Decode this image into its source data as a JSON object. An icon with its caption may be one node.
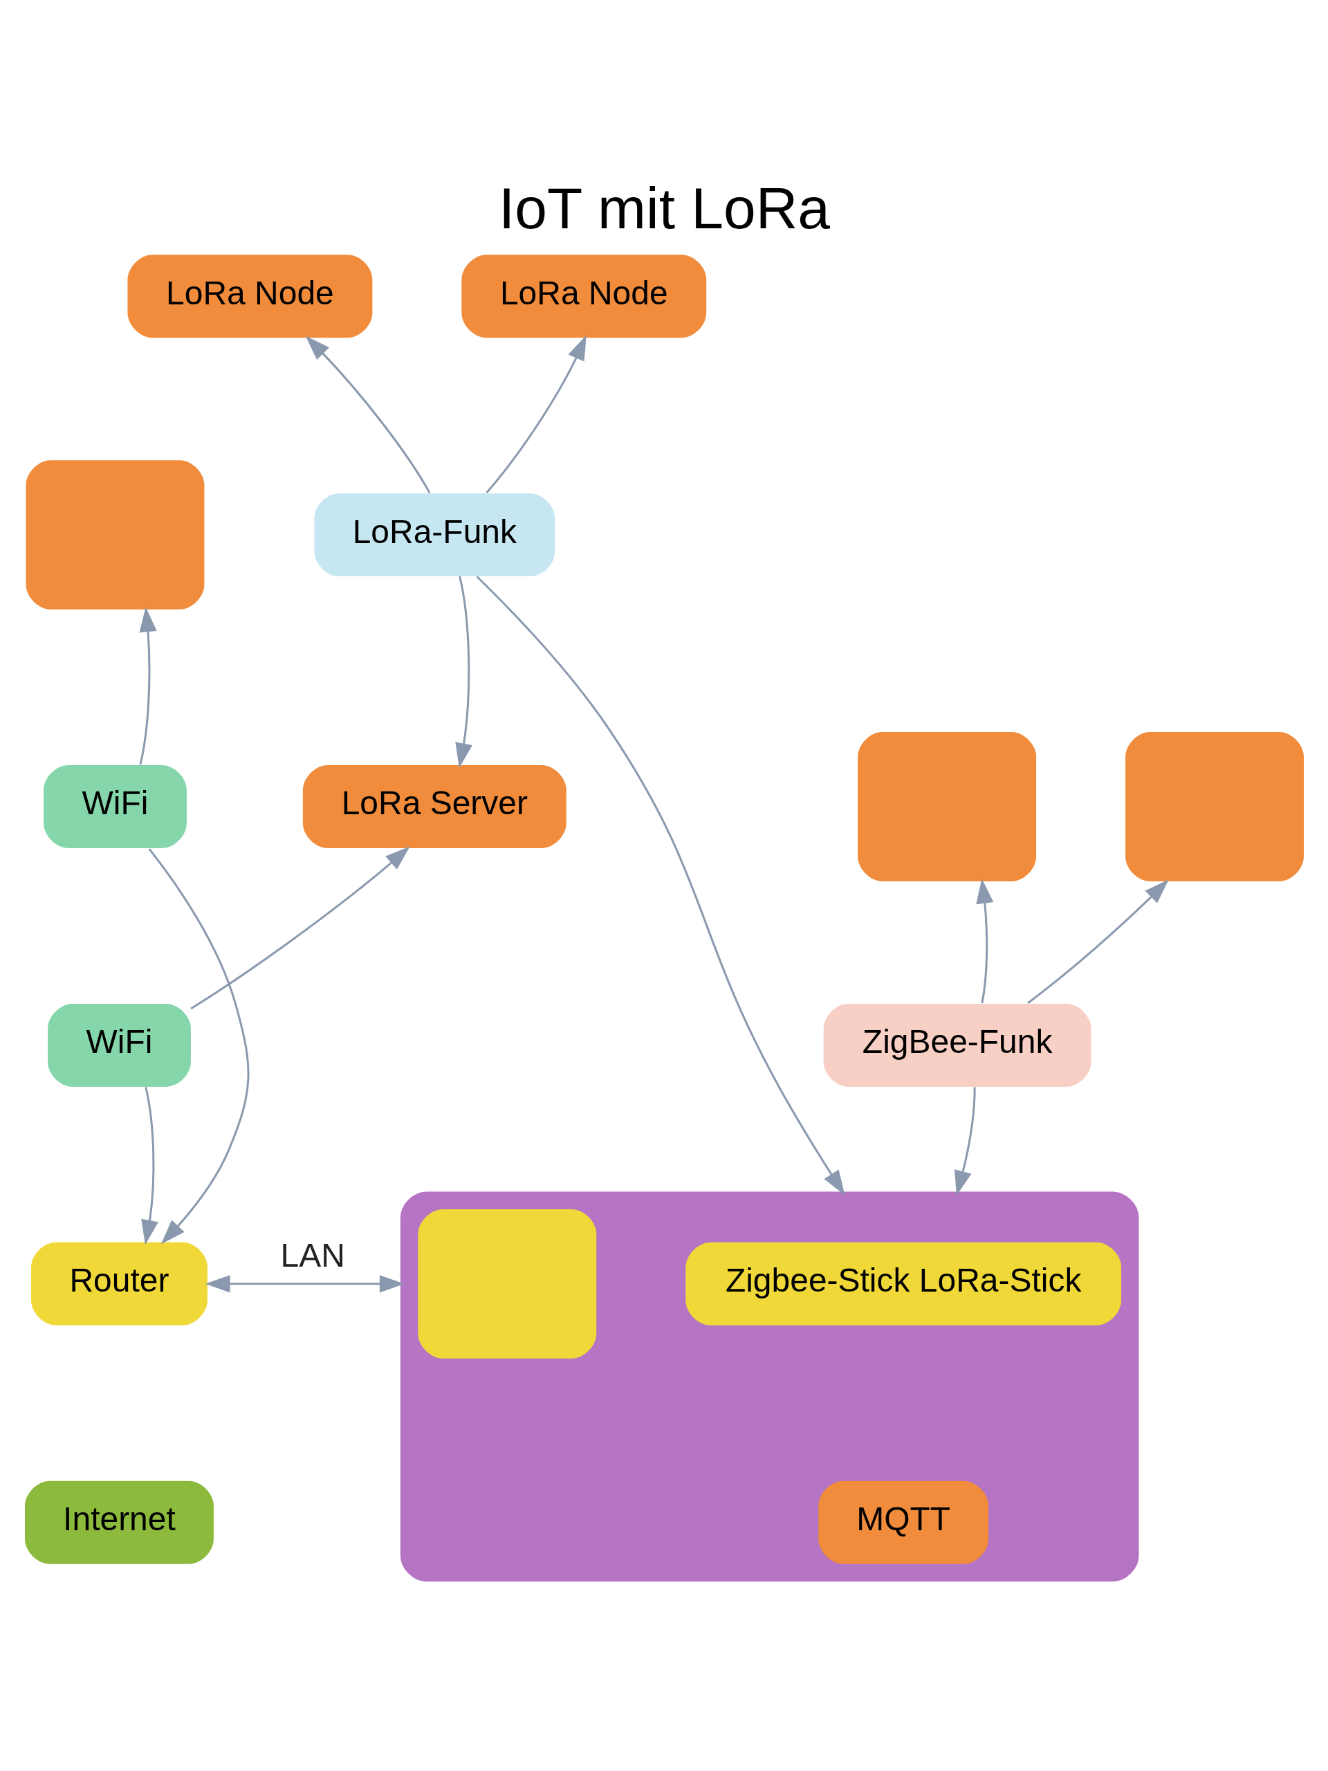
{
  "diagram": {
    "title": "IoT mit LoRa",
    "nodes": [
      {
        "text": [],
        "shape": "box"
      },
      {
        "text": [
          "LoRa Node"
        ]
      },
      {
        "text": [
          "LoRa Node"
        ]
      },
      {
        "text": [],
        "shape": "box"
      },
      {
        "text": [],
        "shape": "box"
      },
      {
        "text": [
          "LoRa-Funk"
        ]
      },
      {
        "text": [
          "WiFi"
        ]
      },
      {
        "text": [
          "LoRa Server"
        ]
      },
      {
        "text": [
          "ZigBee-Funk"
        ]
      },
      {
        "text": [
          "WiFi"
        ]
      },
      {
        "text": [
          "Router"
        ]
      },
      {
        "text": [],
        "shape": "box"
      },
      {
        "text": [],
        "shape": "box",
        "in": 11
      },
      {
        "text": [
          "Zigbee-Stick LoRa-Stick"
        ],
        "in": 11
      },
      {
        "text": [
          "MQTT"
        ],
        "in": 11
      },
      {
        "text": [
          "Internet"
        ]
      }
    ],
    "edges": [
      {
        "from": 6,
        "to": 0,
        "arrow": "to"
      },
      {
        "from": 6,
        "to": 10,
        "arrow": "to"
      },
      {
        "from": 5,
        "to": 1,
        "arrow": "to"
      },
      {
        "from": 5,
        "to": 7,
        "arrow": "to"
      },
      {
        "from": 5,
        "to": 2,
        "arrow": "to"
      },
      {
        "from": 5,
        "to": 11,
        "arrow": "to"
      },
      {
        "from": 8,
        "to": 3,
        "arrow": "to"
      },
      {
        "from": 8,
        "to": 4,
        "arrow": "to"
      },
      {
        "from": 8,
        "to": 11,
        "arrow": "to"
      },
      {
        "from": 9,
        "to": 7,
        "arrow": "to"
      },
      {
        "from": 9,
        "to": 10,
        "arrow": "to"
      },
      {
        "from": 10,
        "to": 11,
        "arrow": "both",
        "label": "LAN"
      }
    ]
  }
}
